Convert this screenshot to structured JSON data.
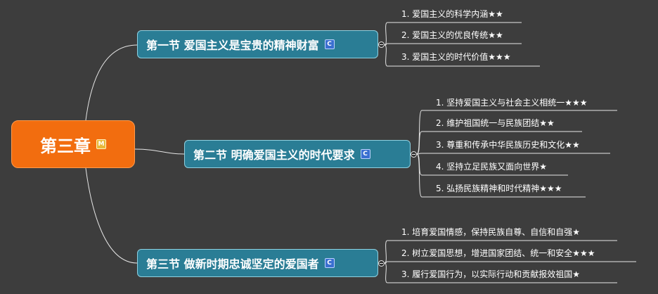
{
  "root": {
    "label": "第三章",
    "tag": "M"
  },
  "sections": [
    {
      "label": "第一节 爱国主义是宝贵的精神财富",
      "tag": "C",
      "items": [
        "1. 爱国主义的科学内涵★★",
        "2. 爱国主义的优良传统★★",
        "3. 爱国主义的时代价值★★★"
      ]
    },
    {
      "label": "第二节 明确爱国主义的时代要求",
      "tag": "C",
      "items": [
        "1. 坚持爱国主义与社会主义相统一★★★",
        "2. 维护祖国统一与民族团结★★",
        "3. 尊重和传承中华民族历史和文化★★",
        "4. 坚持立足民族又面向世界★",
        "5. 弘扬民族精神和时代精神★★★"
      ]
    },
    {
      "label": "第三节 做新时期忠诚坚定的爱国者",
      "tag": "C",
      "items": [
        "1. 培育爱国情感，保持民族自尊、自信和自强★",
        "2. 树立爱国思想，增进国家团结、统一和安全★★★",
        "3. 履行爱国行为，以实际行动和贡献报效祖国★"
      ]
    }
  ],
  "colors": {
    "background": "#3d3d3d",
    "root": "#f26d0f",
    "section": "#2a7d95",
    "lines": "#e6e6e6"
  }
}
